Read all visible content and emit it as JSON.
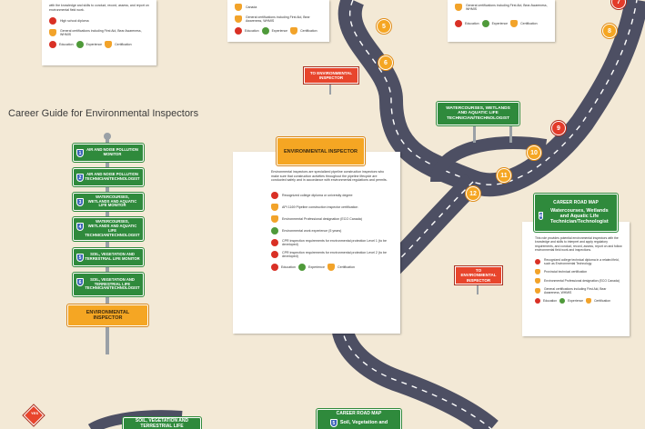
{
  "page_title": "Career Guide for Environmental Inspectors",
  "signpost": {
    "items": [
      {
        "num": "1",
        "label": "Air and Noise Pollution Monitor"
      },
      {
        "num": "2",
        "label": "Air and Noise Pollution Technician/Technologist"
      },
      {
        "num": "3",
        "label": "Watercourses, Wetlands and Aquatic Life Monitor"
      },
      {
        "num": "4",
        "label": "Watercourses, Wetlands and Aquatic Life Technician/Technologist"
      },
      {
        "num": "5",
        "label": "Soil, Vegetation and Terrestrial Life Monitor"
      },
      {
        "num": "6",
        "label": "Soil, Vegetation and Terrestrial Life Technician/Technologist"
      }
    ],
    "current": "Environmental Inspector"
  },
  "road_markers": [
    "5",
    "6",
    "8",
    "9",
    "10",
    "11",
    "12",
    "7"
  ],
  "to_sign_top": "To Environmental Inspector",
  "to_sign_right": "To Environmental Inspector",
  "watercourses_sign": "Watercourses, Wetlands and Aquatic Life Technician/Technologist",
  "inspector_card": {
    "header": "Environmental Inspector",
    "description": "Environmental inspectors are specialized pipeline construction inspectors who make sure that construction activities throughout the pipeline lifecycle are conducted safely and in accordance with environmental regulations and permits.",
    "items": [
      {
        "icon": "apple",
        "text": "Recognized college diploma or university degree"
      },
      {
        "icon": "medal",
        "text": "API 1169 Pipeline construction inspector certification"
      },
      {
        "icon": "medal",
        "text": "Environmental Professional designation (ECO Canada)"
      },
      {
        "icon": "gear",
        "text": "Environmental work experience (5 years)"
      },
      {
        "icon": "apple",
        "text": "CPR inspection requirements for environmental protection Level 1 (to be developed)"
      },
      {
        "icon": "apple",
        "text": "CPR inspection requirements for environmental protection Level 2 (to be developed)"
      }
    ],
    "legend": {
      "education": "Education",
      "experience": "Experience",
      "certification": "Certification"
    }
  },
  "roadmap_card": {
    "header": "Career Road Map",
    "num": "4",
    "subtitle": "Watercourses, Wetlands and Aquatic Life Technician/Technologist",
    "description": "This role provides potential environmental inspectors with the knowledge and skills to interpret and apply regulatory requirements, and conduct, record, assess, report on and follow environmental field work and inspections.",
    "items": [
      {
        "icon": "apple",
        "text": "Recognized college technical diploma in a related field, such as Environmental Technology"
      },
      {
        "icon": "medal",
        "text": "Provincial technical certification"
      },
      {
        "icon": "medal",
        "text": "Environmental Professional designation (ECO Canada)"
      },
      {
        "icon": "medal",
        "text": "General certifications including First Aid, Bear Awareness, WHMIS"
      }
    ],
    "legend": {
      "education": "Education",
      "experience": "Experience",
      "certification": "Certification"
    }
  },
  "top_left_card": {
    "items": [
      {
        "icon": "apple",
        "text": "High school diploma"
      },
      {
        "icon": "medal",
        "text": "General certifications including First Aid, Bear Awareness, WHMIS"
      }
    ],
    "intro": "with the knowledge and skills to conduct, record, assess, and report on environmental field work.",
    "legend": {
      "education": "Education",
      "experience": "Experience",
      "certification": "Certification"
    }
  },
  "top_mid_card": {
    "items": [
      {
        "icon": "medal",
        "text": "Canada"
      },
      {
        "icon": "medal",
        "text": "General certifications including First Aid, Bear Awareness, WHMIS"
      }
    ],
    "legend": {
      "education": "Education",
      "experience": "Experience",
      "certification": "Certification"
    }
  },
  "top_right_card": {
    "items": [
      {
        "icon": "medal",
        "text": "General certifications including First Aid, Bear Awareness, WHMIS"
      }
    ],
    "legend": {
      "education": "Education",
      "experience": "Experience",
      "certification": "Certification"
    }
  },
  "bottom_left_sign": "Soil, Vegetation and Terrestrial Life",
  "bottom_left_yield": "YES",
  "bottom_roadmap": {
    "header": "Career Road Map",
    "num": "5",
    "subtitle": "Soil, Vegetation and"
  },
  "colors": {
    "road": "#4d4f63",
    "green_sign": "#2f8a3c",
    "orange": "#f5a623",
    "red": "#e8452c",
    "background": "#f3e9d6"
  }
}
